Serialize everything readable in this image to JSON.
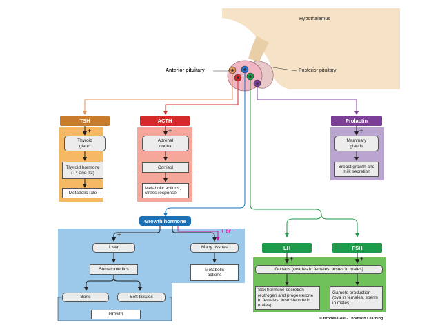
{
  "labels": {
    "hypothalamus": "Hypothalamus",
    "anterior_pituitary": "Anterior pituitary",
    "posterior_pituitary": "Posterior pituitary",
    "credit": "© Brooks/Cole - Thomson Learning"
  },
  "hormones": {
    "tsh": "TSH",
    "acth": "ACTH",
    "prolactin": "Prolactin",
    "growth_hormone": "Growth hormone",
    "lh": "LH",
    "fsh": "FSH"
  },
  "tsh_chain": {
    "target": "Thyroid gland",
    "secretion": "Thyroid hormone (T4 and T3)",
    "effect": "Metabolic rate"
  },
  "acth_chain": {
    "target": "Adrenal cortex",
    "secretion": "Cortisol",
    "effect": "Metabolic actions; stress response"
  },
  "prolactin_chain": {
    "target": "Mammary glands",
    "effect": "Breast growth and milk secretion"
  },
  "gh_chain": {
    "liver": "Liver",
    "many_tissues": "Many tissues",
    "somatomedins": "Somatomedins",
    "metabolic_actions": "Metabolic actions",
    "bone": "Bone",
    "soft_tissues": "Soft tissues",
    "growth": "Growth",
    "plus_or_minus": "+ or −"
  },
  "gonad_chain": {
    "gonads": "Gonads (ovaries in females, testes in males)",
    "lh_effect": "Sex hormone secretion (estrogen and progesterone in females, testosterone in males)",
    "fsh_effect": "Gamete production (ova in females, sperm in males)"
  },
  "signs": {
    "plus": "+"
  },
  "colors": {
    "tsh": "#c97b2c",
    "acth": "#d42a2a",
    "prolactin": "#7b3f98",
    "growth_hormone": "#1a6fb5",
    "gonadotropin": "#1f9a4a",
    "tsh_panel": "#f5b863",
    "acth_panel": "#f4a79a",
    "prolactin_panel": "#b9a5d0",
    "gh_panel": "#9cc8ea",
    "gonad_panel": "#6fc15a"
  }
}
